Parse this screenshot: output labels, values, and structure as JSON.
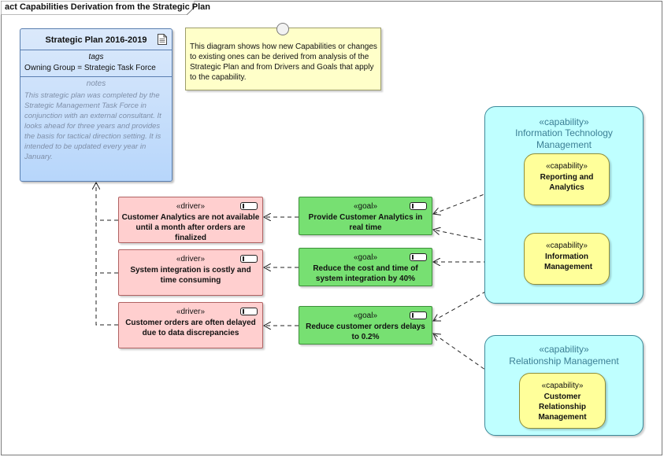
{
  "frame": {
    "title": "act Capabilities Derivation from the Strategic Plan"
  },
  "plan": {
    "title": "Strategic Plan 2016-2019",
    "tags_header": "tags",
    "tag": "Owning Group = Strategic Task Force",
    "notes_header": "notes",
    "notes": "This strategic plan was completed by the Strategic Management Task Force in conjunction with an external consultant. It looks ahead for three years and provides the basis for tactical direction setting. It is intended to be updated every year in January."
  },
  "note": {
    "text": "This diagram shows how new Capabilities or changes to existing ones can be derived from analysis of the Strategic Plan and from Drivers and Goals that apply to the capability."
  },
  "drivers": [
    {
      "stereotype": "«driver»",
      "name": "Customer Analytics are not available until a month after orders are finalized"
    },
    {
      "stereotype": "«driver»",
      "name": "System integration is costly and time consuming"
    },
    {
      "stereotype": "«driver»",
      "name": "Customer orders are often delayed due to data discrepancies"
    }
  ],
  "goals": [
    {
      "stereotype": "«goal»",
      "name": "Provide Customer Analytics in real time"
    },
    {
      "stereotype": "«goal»",
      "name": "Reduce the cost and time of system integration by 40%"
    },
    {
      "stereotype": "«goal»",
      "name": "Reduce customer orders delays to 0.2%"
    }
  ],
  "capability_groups": [
    {
      "stereotype": "«capability»",
      "name": "Information Technology Management",
      "children": [
        {
          "stereotype": "«capability»",
          "name": "Reporting and Analytics"
        },
        {
          "stereotype": "«capability»",
          "name": "Information Management"
        }
      ]
    },
    {
      "stereotype": "«capability»",
      "name": "Relationship Management",
      "children": [
        {
          "stereotype": "«capability»",
          "name": "Customer Relationship Management"
        }
      ]
    }
  ],
  "colors": {
    "plan": "#b7d6fb",
    "note": "#ffffc9",
    "driver": "#ffcfcf",
    "goal": "#77e072",
    "capability_group": "#bfffff",
    "capability": "#ffff9a",
    "group_text": "#3c7f95"
  },
  "icons": {
    "plan": "document-icon",
    "element": "element-glyph-icon",
    "note_pin": "note-pin-icon"
  }
}
